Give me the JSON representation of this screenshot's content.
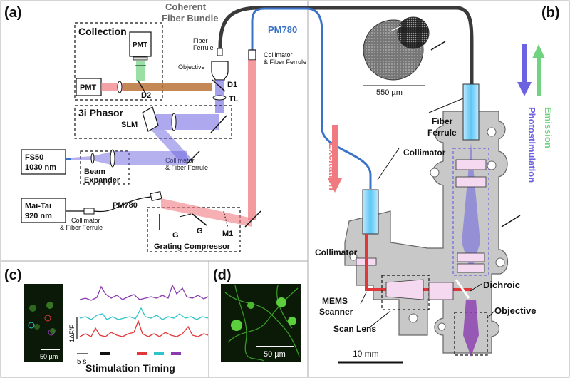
{
  "panels": {
    "a": "(a)",
    "b": "(b)",
    "c": "(c)",
    "d": "(d)"
  },
  "labels": {
    "coherent": "Coherent",
    "fiber_bundle": "Fiber Bundle",
    "pm780_top": "PM780",
    "collection": "Collection",
    "pmt_top": "PMT",
    "pmt_left": "PMT",
    "d2": "D2",
    "d1": "D1",
    "tl": "TL",
    "fiber_ferrule_top_1": "Fiber",
    "fiber_ferrule_top_2": "Ferrule",
    "objective_a": "Objective",
    "collimator_ff_1": "Collimator",
    "collimator_ff_2": "& Fiber Ferrule",
    "phasor": "3i Phasor",
    "slm": "SLM",
    "fs50_1": "FS50",
    "fs50_2": "1030 nm",
    "beam": "Beam",
    "expander": "Expander",
    "mid_coll_1": "Collimator",
    "mid_coll_2": "& Fiber Ferrule",
    "maitai_1": "Mai-Tai",
    "maitai_2": "920 nm",
    "low_coll_1": "Collimator",
    "low_coll_2": "& Fiber Ferrule",
    "pm780_low": "PM780",
    "g1": "G",
    "g2": "G",
    "m1": "M1",
    "grating": "Grating Compressor",
    "scale_550": "550 µm",
    "fiber_b_1": "Fiber",
    "fiber_b_2": "Ferrule",
    "excitation": "Excitation",
    "emission": "Emission",
    "photostim": "Photostimulation",
    "collimator_b": "Collimator",
    "collimator_b2": "Collimator",
    "mems_1": "MEMS",
    "mems_2": "Scanner",
    "scan_lens": "Scan Lens",
    "dichroic": "Dichroic",
    "objective_b": "Objective",
    "scale_10mm": "10 mm",
    "scale_50c": "50 µm",
    "dff": "1ΔF/F",
    "five_s": "5 s",
    "stim_timing": "Stimulation Timing",
    "scale_50d": "50 µm"
  },
  "colors": {
    "excitation": "#f07a80",
    "photostim": "#6c63e0",
    "emission": "#6fd37f",
    "fiber_blue": "#3a73c8",
    "fiber_dark": "#3a3a3a",
    "housing": "#c8c8c8",
    "trace_purple": "#8a3bb0",
    "trace_cyan": "#2fc4c8",
    "trace_red": "#e0383a"
  }
}
